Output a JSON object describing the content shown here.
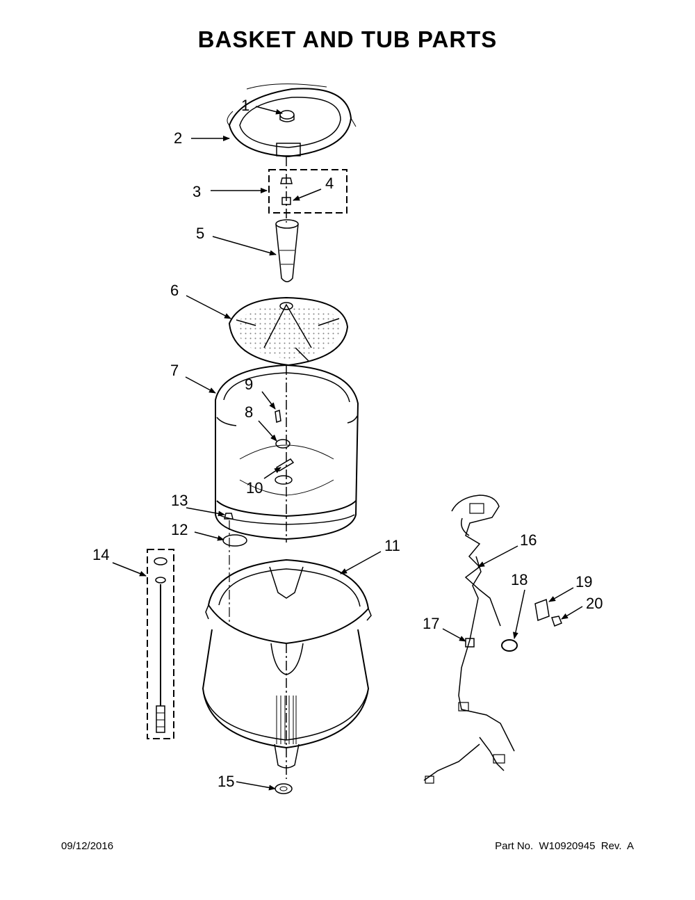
{
  "title": "BASKET AND TUB PARTS",
  "footer": {
    "date": "09/12/2016",
    "part_number": "Part No.  W10920945  Rev.  A"
  },
  "callouts": [
    "1",
    "2",
    "3",
    "4",
    "5",
    "6",
    "7",
    "8",
    "9",
    "10",
    "11",
    "12",
    "13",
    "14",
    "15",
    "16",
    "17",
    "18",
    "19",
    "20"
  ]
}
